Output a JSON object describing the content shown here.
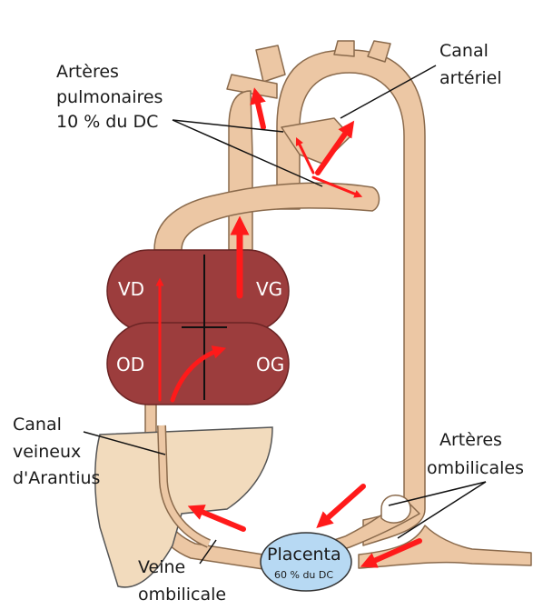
{
  "colors": {
    "vessel": "#ecc7a4",
    "vessel_stroke": "#8a6a4c",
    "heart": "#9c3d3d",
    "liver": "#f2dbbd",
    "placenta": "#b7d9f3",
    "arrow": "#ff1a1a",
    "text": "#1a1a1a"
  },
  "labels": {
    "pulm_line1": "Artères",
    "pulm_line2": "pulmonaires",
    "pulm_line3": "10 % du DC",
    "canal_art_line1": "Canal",
    "canal_art_line2": "artériel",
    "canal_ven_line1": "Canal",
    "canal_ven_line2": "veineux",
    "canal_ven_line3": "d'Arantius",
    "art_omb_line1": "Artères",
    "art_omb_line2": "ombilicales",
    "veine_line1": "Veine",
    "veine_line2": "ombilicale",
    "placenta": "Placenta",
    "placenta_sub": "60 % du DC"
  },
  "heart": {
    "vd": "VD",
    "vg": "VG",
    "od": "OD",
    "og": "OG"
  },
  "icons": {
    "flow_arrow": "red-arrow-icon"
  }
}
